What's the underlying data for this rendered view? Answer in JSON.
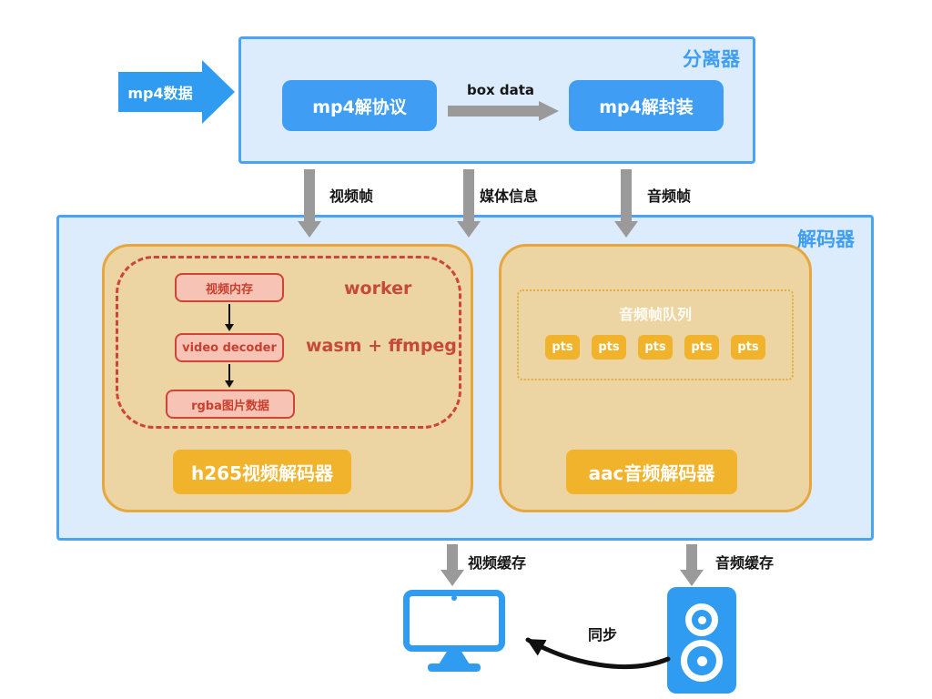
{
  "colors": {
    "blue": "#2f9cf1",
    "panel_fill": "#dcecfd",
    "panel_border": "#4aa3f3",
    "title_blue": "#3f9ef4",
    "gray_arrow": "#9a9a9a",
    "tan_fill": "#edd4a3",
    "tan_border": "#e7a73f",
    "orange": "#f1b32b",
    "red": "#cf4437",
    "pink": "#f6c3b4",
    "text_black": "#161616"
  },
  "demuxer": {
    "title": "分离器",
    "input_label": "mp4数据",
    "protocol_node": "mp4解协议",
    "edge_label": "box data",
    "demux_node": "mp4解封装"
  },
  "streams": {
    "video_frame": "视频帧",
    "media_info": "媒体信息",
    "audio_frame": "音频帧"
  },
  "decoder": {
    "title": "解码器",
    "video": {
      "worker_label": "worker",
      "wasm_label": "wasm + ffmpeg",
      "memory_node": "视频内存",
      "decoder_node": "video decoder",
      "rgba_node": "rgba图片数据",
      "button": "h265视频解码器"
    },
    "audio": {
      "queue_title": "音频帧队列",
      "pts": [
        "pts",
        "pts",
        "pts",
        "pts",
        "pts"
      ],
      "button": "aac音频解码器"
    }
  },
  "outputs": {
    "video_cache": "视频缓存",
    "audio_cache": "音频缓存",
    "sync_label": "同步"
  }
}
